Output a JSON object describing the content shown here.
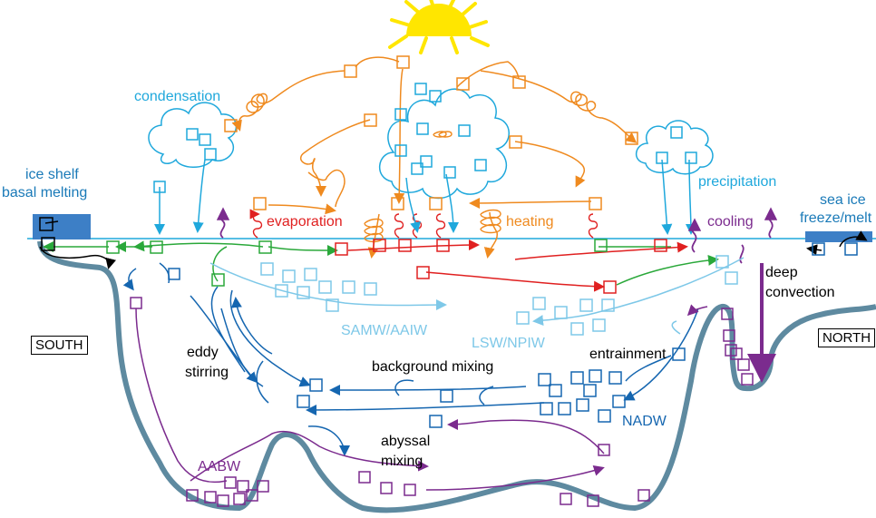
{
  "labels": {
    "condensation": "condensation",
    "ice_shelf_line1": "ice shelf",
    "ice_shelf_line2": "basal melting",
    "evaporation": "evaporation",
    "heating": "heating",
    "cooling": "cooling",
    "precipitation": "precipitation",
    "sea_ice_line1": "sea ice",
    "sea_ice_line2": "freeze/melt",
    "deep_convection_line1": "deep",
    "deep_convection_line2": "convection",
    "samw_aaiw": "SAMW/AAIW",
    "lsw_npiw": "LSW/NPIW",
    "entrainment": "entrainment",
    "south": "SOUTH",
    "north": "NORTH",
    "eddy_line1": "eddy",
    "eddy_line2": "stirring",
    "background_mixing": "background mixing",
    "nadw": "NADW",
    "abyssal_line1": "abyssal",
    "abyssal_line2": "mixing",
    "aabw": "AABW"
  },
  "colors": {
    "sun": "#ffe600",
    "atmosphere": "#ef8a1f",
    "water_cycle": "#1fa8dc",
    "red_flux": "#e02020",
    "green_flux": "#2aa83a",
    "deep_blue": "#1566b0",
    "light_blue": "#7ec8e8",
    "purple": "#7b2b8e",
    "seafloor": "#5e8aa0",
    "ice": "#3d7fc6",
    "black": "#000000"
  }
}
